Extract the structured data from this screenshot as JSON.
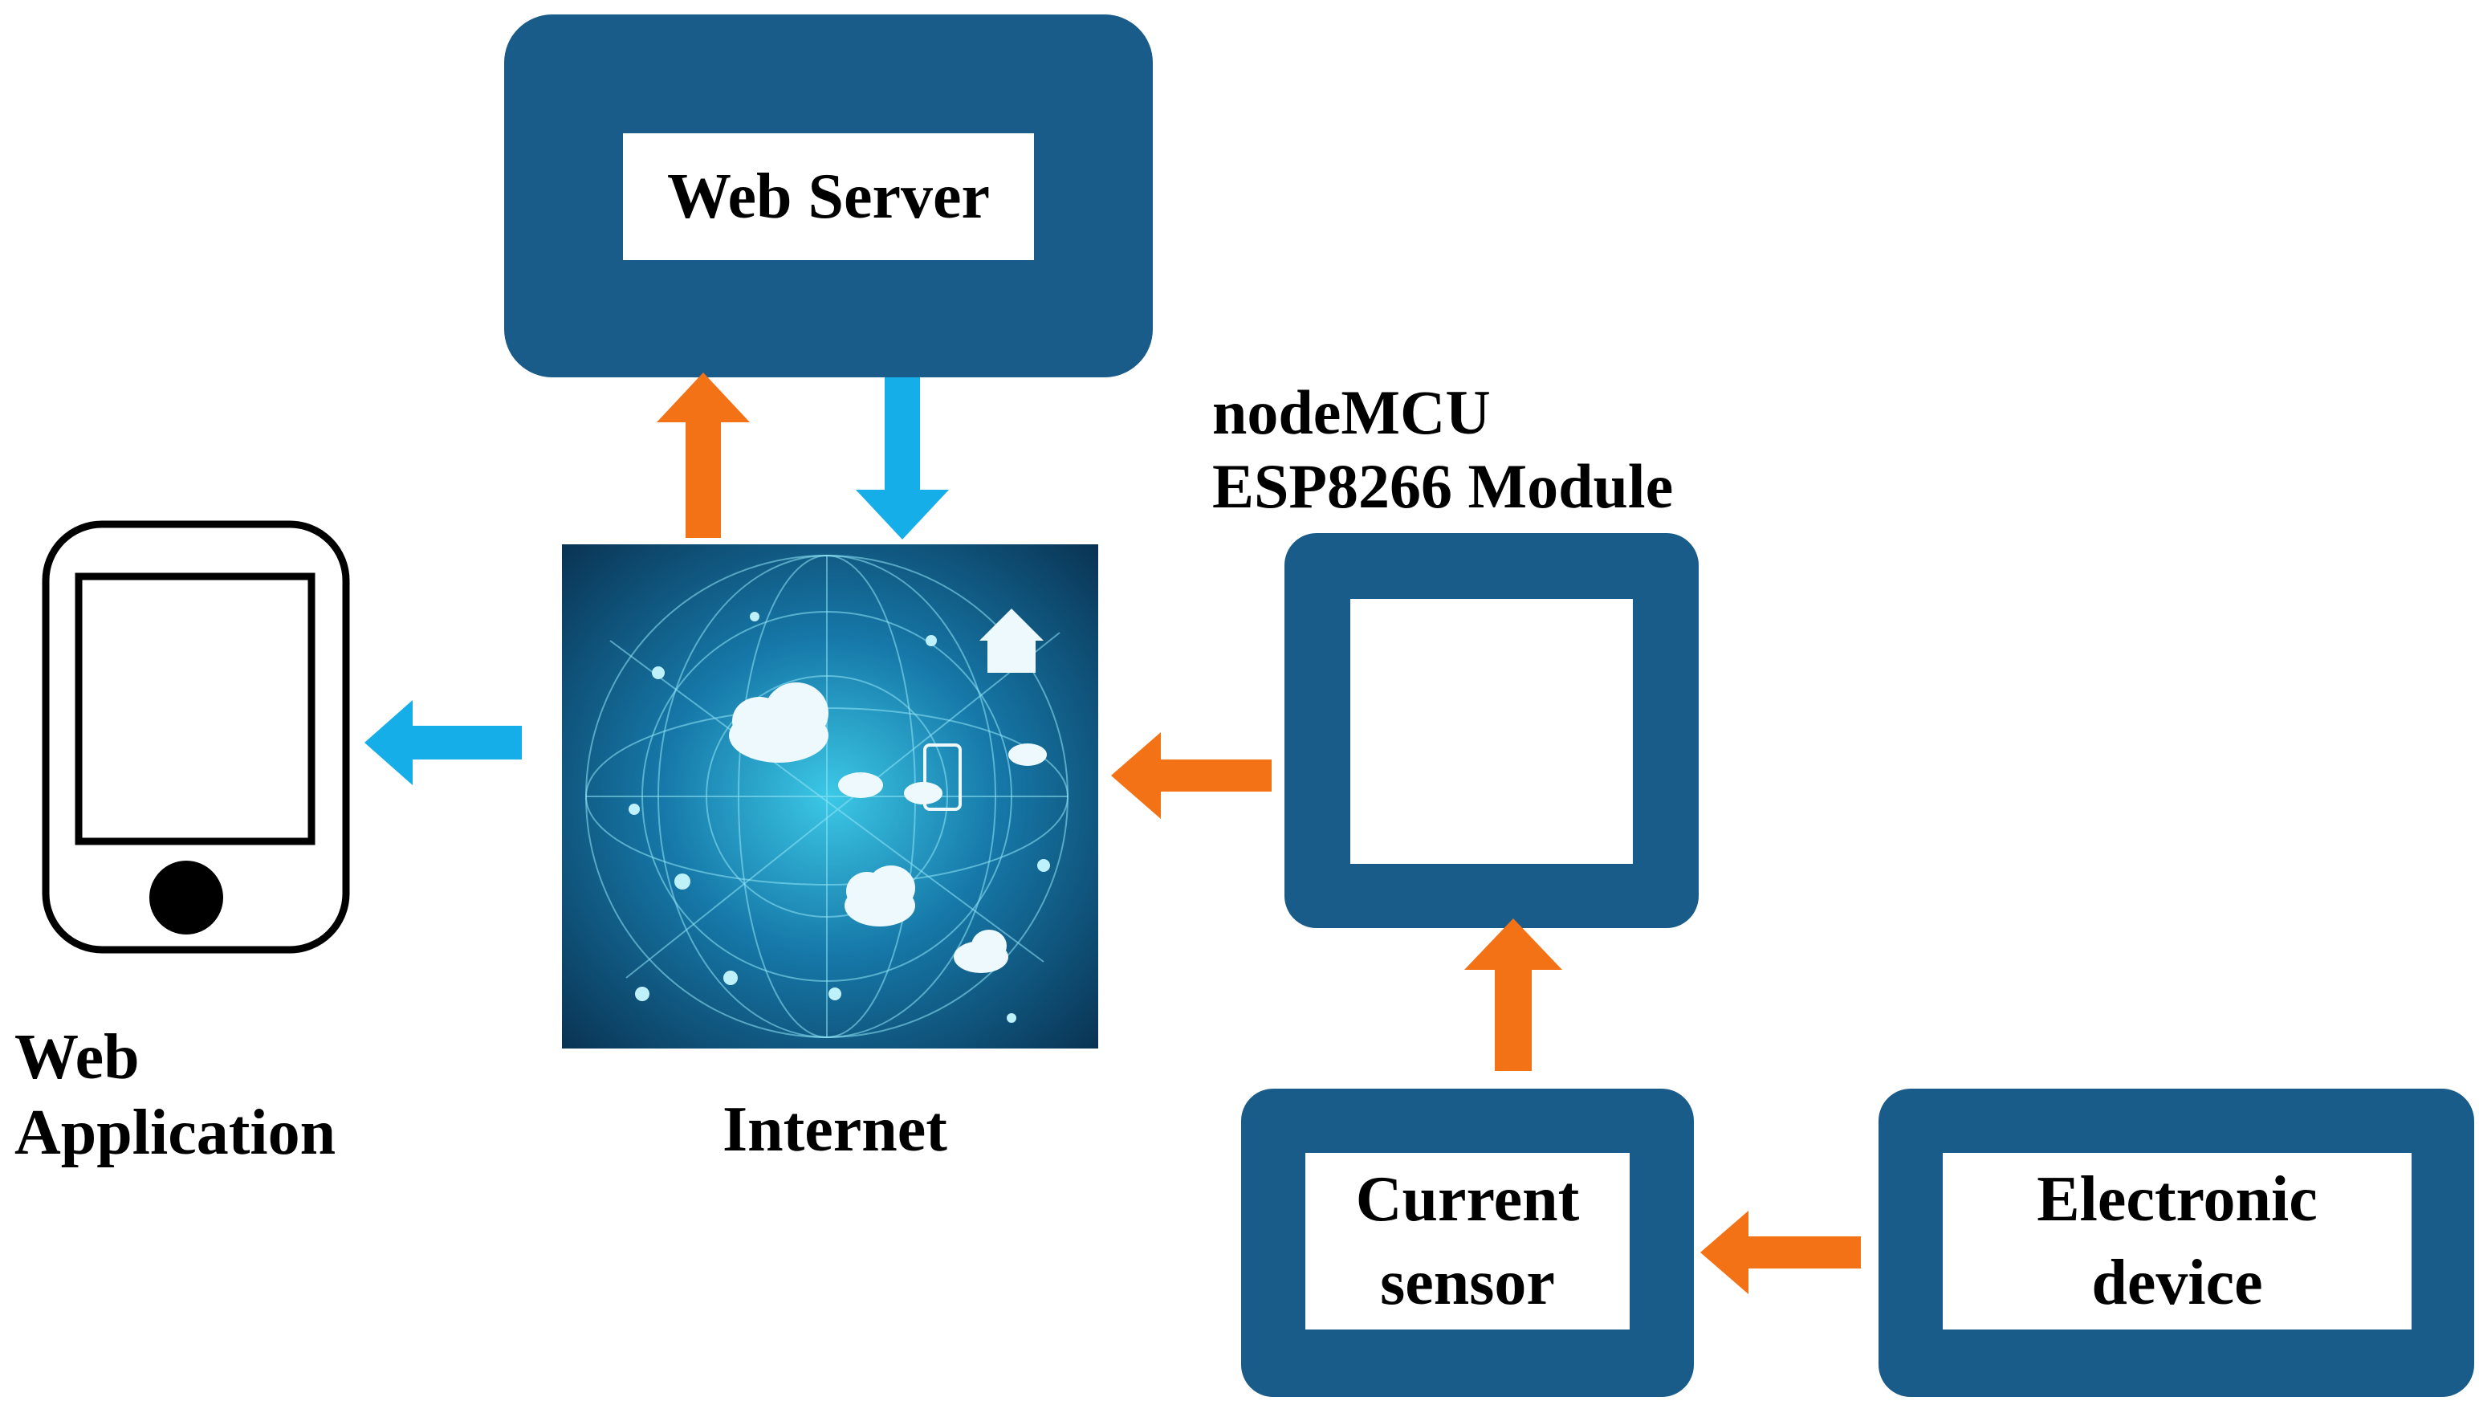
{
  "colors": {
    "box_blue": "#195b89",
    "arrow_orange": "#f47216",
    "arrow_cyan": "#16aee8",
    "internet_dark": "#0a3454",
    "internet_glow": "#2ec6e8"
  },
  "web_server": {
    "label": "Web Server"
  },
  "nodemcu": {
    "label_line1": "nodeMCU",
    "label_line2": "ESP8266 Module"
  },
  "internet": {
    "label": "Internet",
    "icon": "internet-globe-icon"
  },
  "web_app": {
    "label_line1": "Web",
    "label_line2": "Application",
    "icon": "smartphone-icon"
  },
  "current_sensor": {
    "label_line1": "Current",
    "label_line2": "sensor"
  },
  "electronic_device": {
    "label_line1": "Electronic",
    "label_line2": "device"
  }
}
